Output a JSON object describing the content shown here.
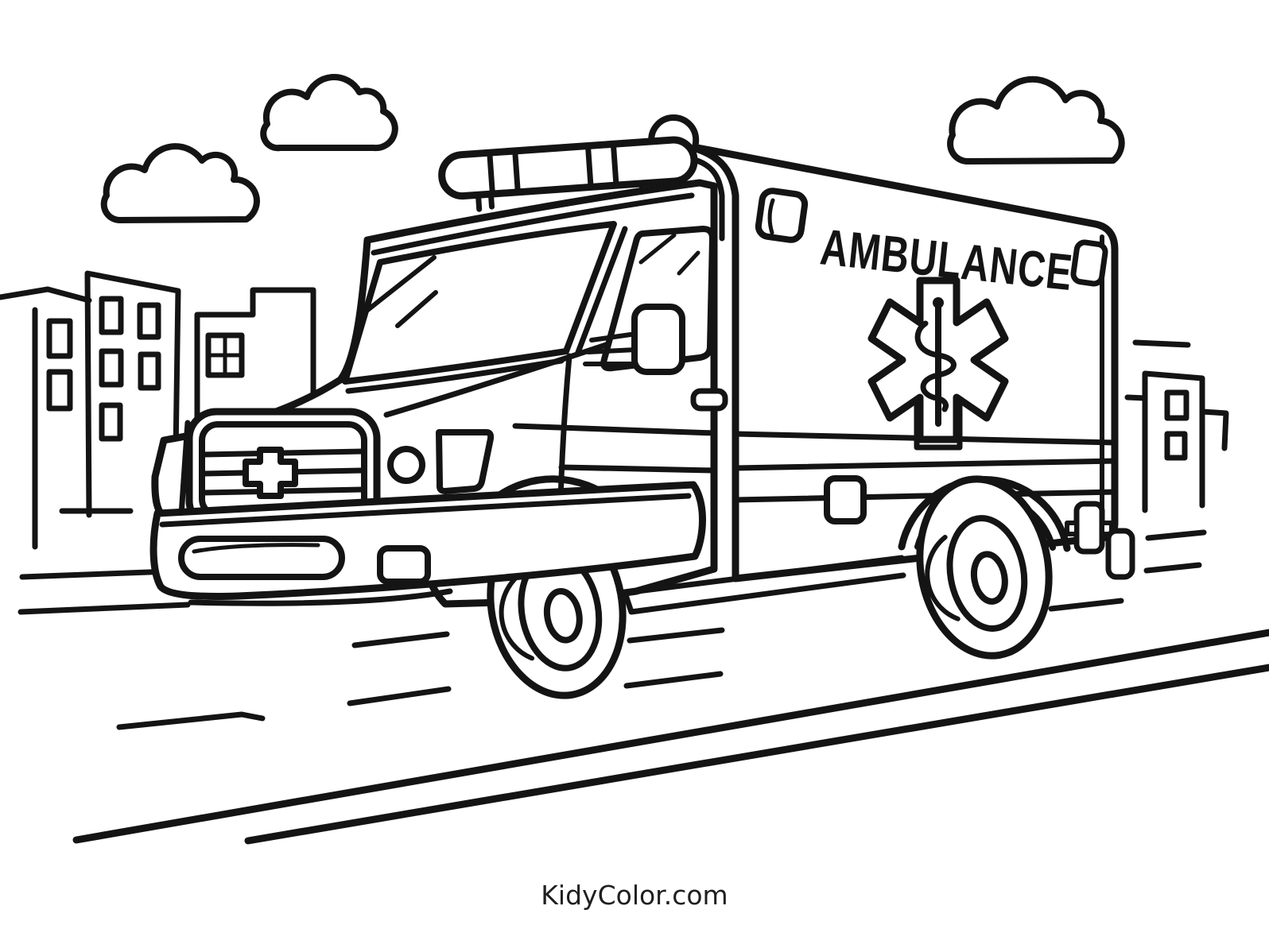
{
  "page": {
    "background_color": "#ffffff",
    "line_color": "#141414",
    "watermark_text": "KidyColor.com",
    "watermark_color": "#1f1f1f"
  },
  "vehicle": {
    "side_text": "AMBULANCE",
    "emblems": [
      "star-of-life-icon",
      "medical-cross-icon"
    ]
  },
  "scene": {
    "elements": [
      "clouds",
      "city-buildings",
      "road",
      "speed-lines",
      "ambulance"
    ]
  }
}
